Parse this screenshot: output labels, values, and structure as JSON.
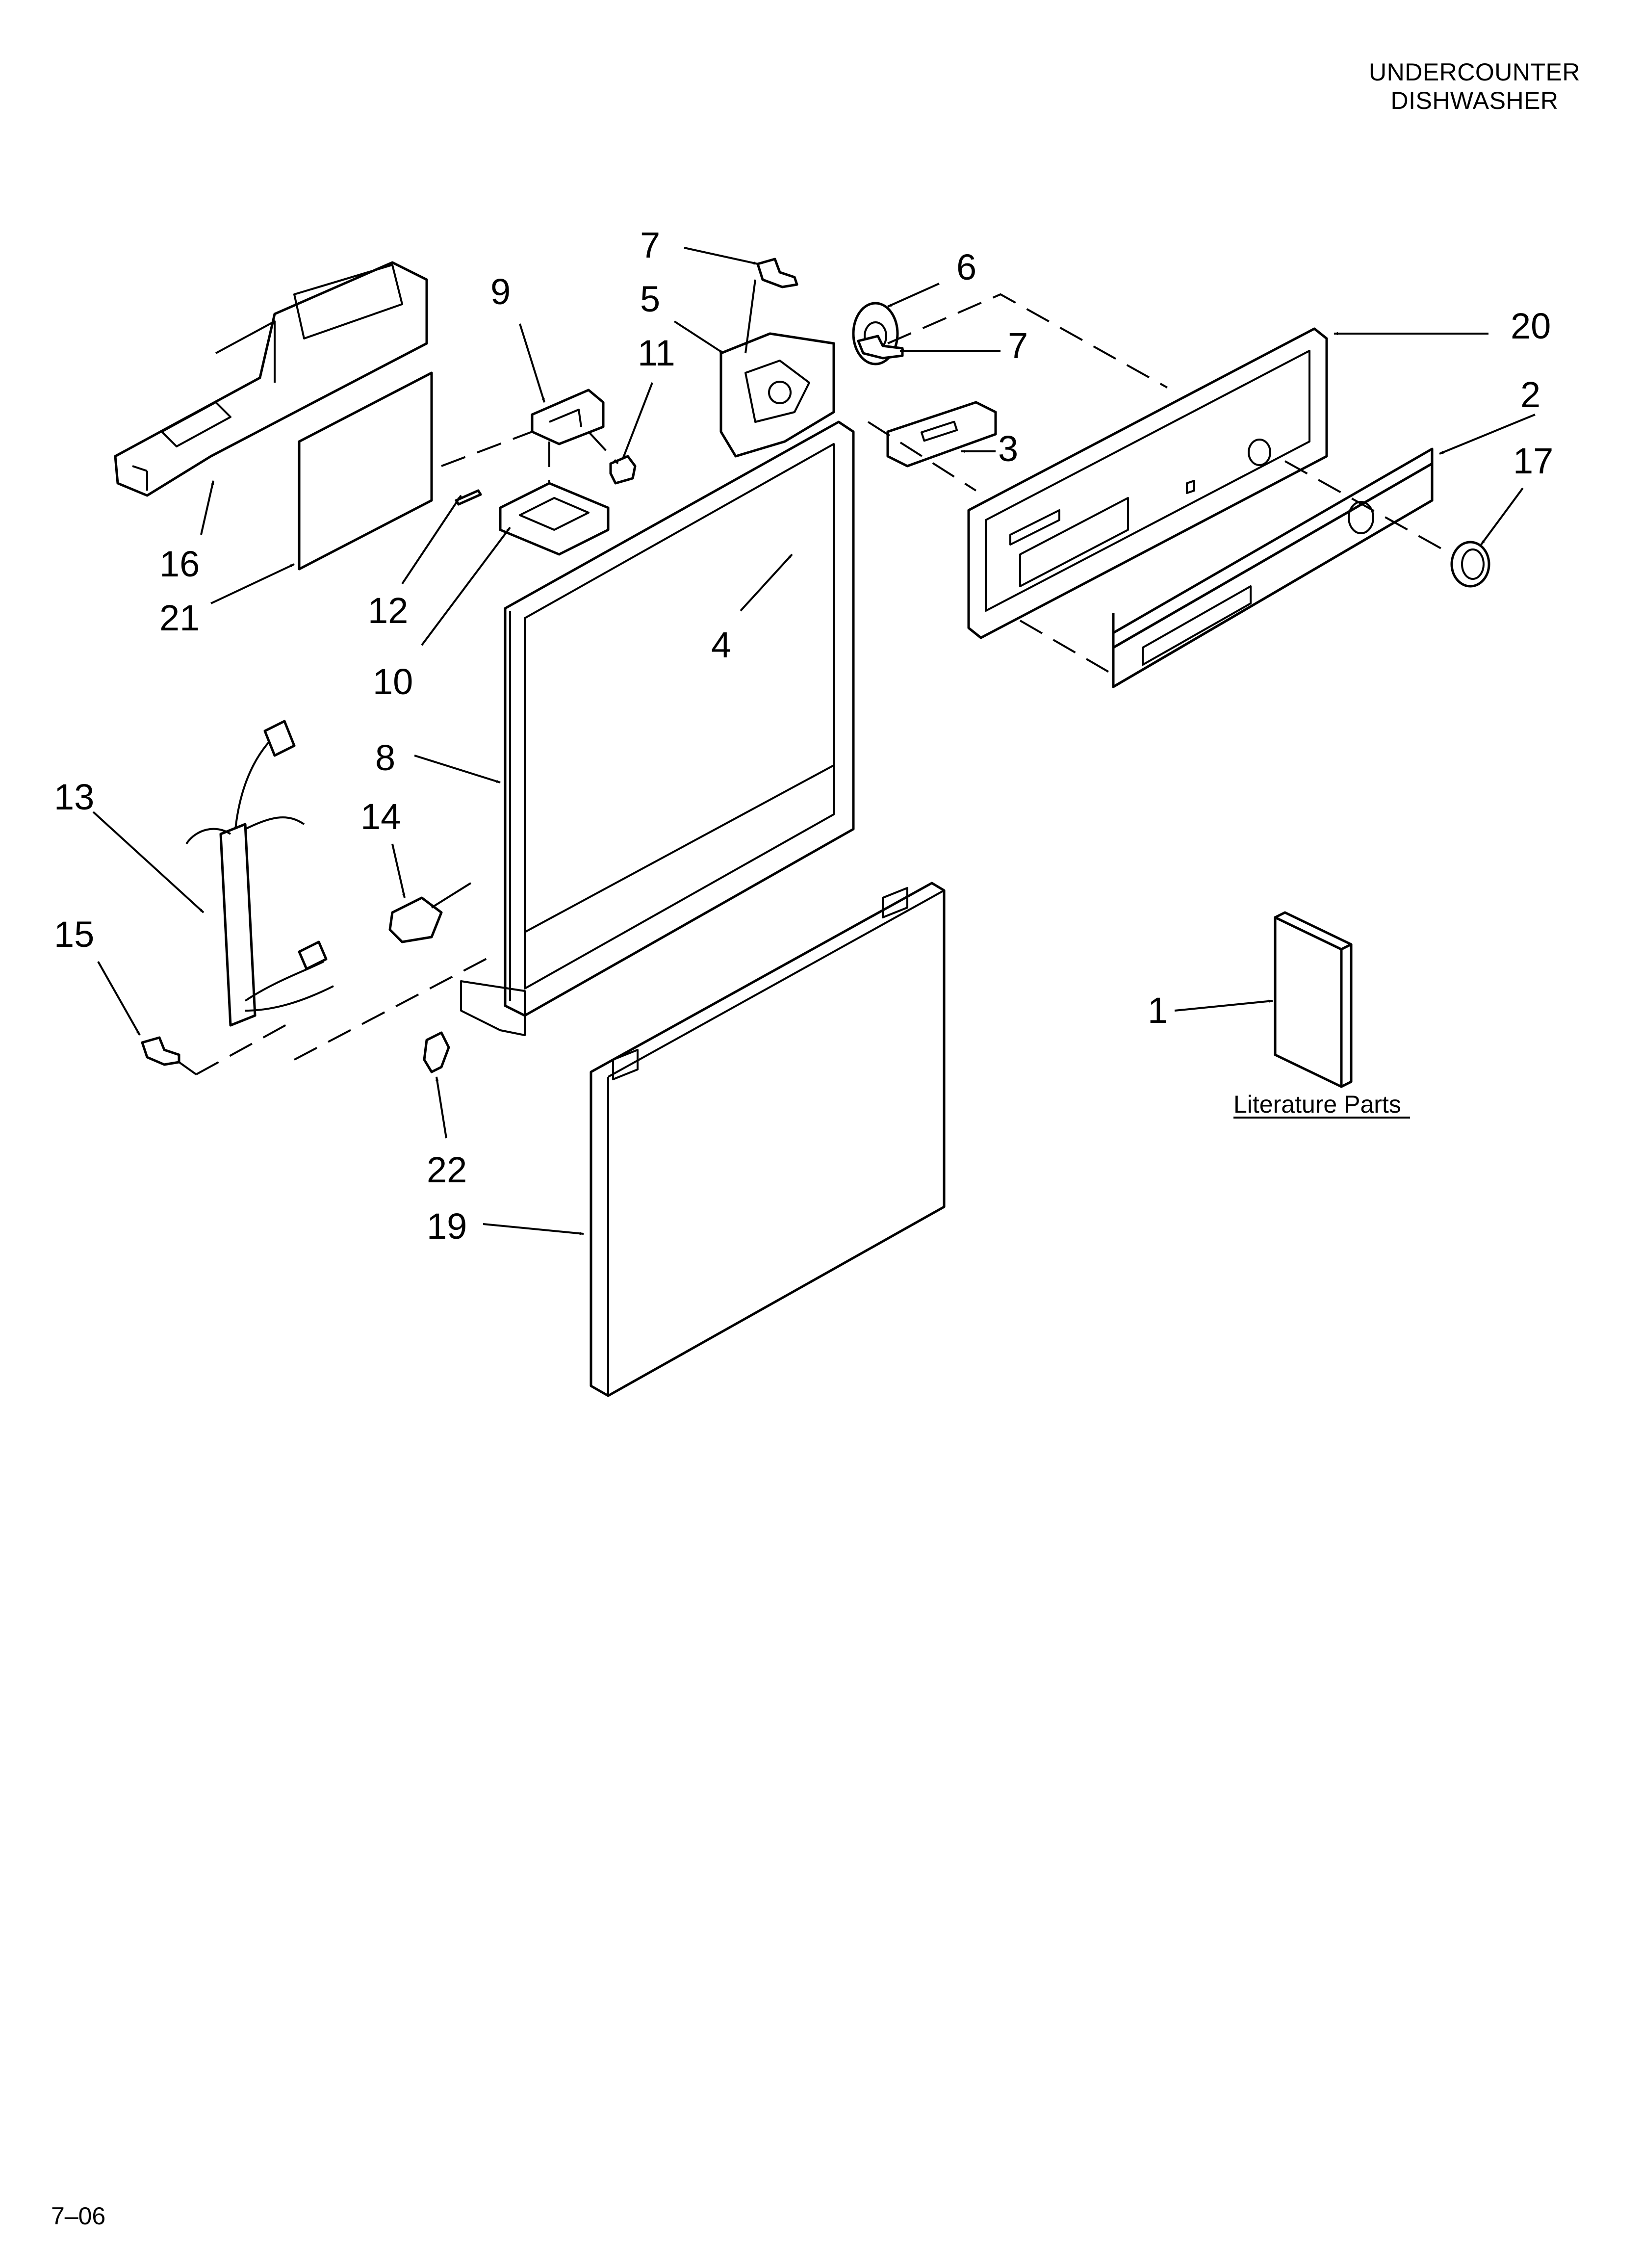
{
  "header": {
    "line1": "UNDERCOUNTER",
    "line2": "DISHWASHER"
  },
  "footer": {
    "code": "7–06"
  },
  "literature_label": "Literature Parts",
  "callouts": {
    "c1": "1",
    "c2": "2",
    "c3": "3",
    "c4": "4",
    "c5": "5",
    "c6": "6",
    "c7a": "7",
    "c7b": "7",
    "c8": "8",
    "c9": "9",
    "c10": "10",
    "c11": "11",
    "c12": "12",
    "c13": "13",
    "c14": "14",
    "c15": "15",
    "c16": "16",
    "c17": "17",
    "c19": "19",
    "c20": "20",
    "c21": "21",
    "c22": "22"
  }
}
